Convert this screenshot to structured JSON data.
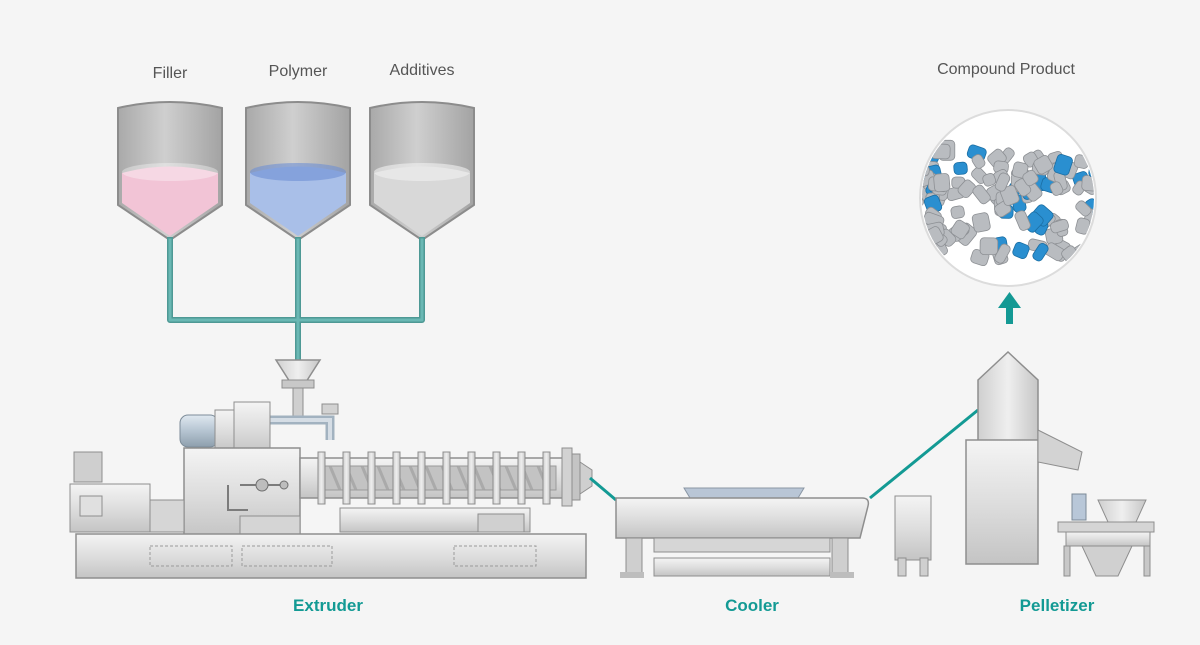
{
  "silos": [
    {
      "label": "Filler",
      "fill_color": "#f2c4d6"
    },
    {
      "label": "Polymer",
      "fill_color": "#a9bfe8"
    },
    {
      "label": "Additives",
      "fill_color": "#d8d8d8"
    }
  ],
  "product": {
    "label": "Compound Product"
  },
  "stages": [
    {
      "label": "Extruder"
    },
    {
      "label": "Cooler"
    },
    {
      "label": "Pelletizer"
    }
  ],
  "colors": {
    "pipe": "#6ab8b4",
    "stage_label": "#139a94",
    "arrow": "#149994",
    "machine_light": "#e4e4e4",
    "machine_mid": "#c9c9c9",
    "machine_dark": "#9d9d9d",
    "pellet_gray": "#b9bcc0",
    "pellet_blue": "#2a8fd0"
  },
  "icons": {
    "arrow": "up-arrow-icon"
  }
}
